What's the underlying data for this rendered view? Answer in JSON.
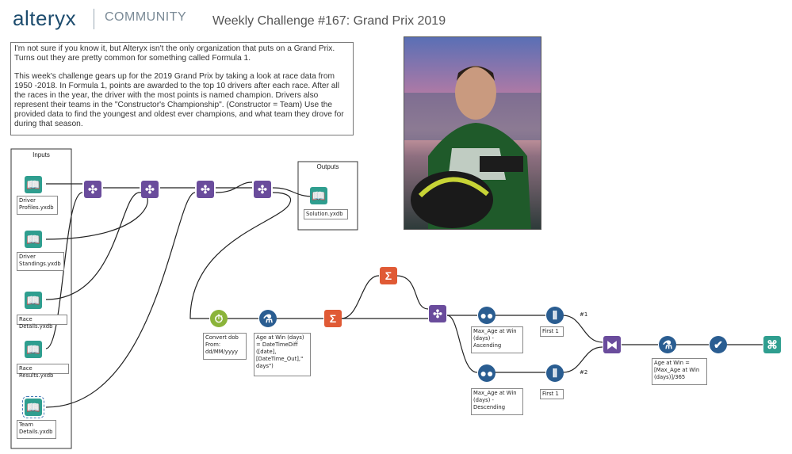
{
  "header": {
    "brand": "alteryx",
    "community": "COMMUNITY",
    "title": "Weekly Challenge #167: Grand Prix 2019"
  },
  "description": {
    "p1": "I'm not sure if you know it, but Alteryx isn't the only organization that puts on a Grand Prix. Turns out they are pretty common for something called Formula 1.",
    "p2": "This week's challenge gears up for the 2019 Grand Prix by taking a look at race data from 1950 -2018. In Formula 1, points are awarded to the top 10 drivers after each race. After all the races in the year, the driver with the most points is named champion. Drivers also represent their teams in the \"Constructor's Championship\". (Constructor = Team) Use the provided data to find the youngest and oldest ever champions, and what team they drove for during that season."
  },
  "containers": {
    "inputs_title": "Inputs",
    "outputs_title": "Outputs"
  },
  "tools": {
    "driver_profiles": "Driver\nProfiles.yxdb",
    "driver_standings": "Driver\nStandings.yxdb",
    "race_details": "Race Details.yxdb",
    "race_results": "Race Results.yxdb",
    "team_details": "Team\nDetails.yxdb",
    "solution": "Solution.yxdb",
    "convert_dob": "Convert dob\nFrom:\ndd/MM/yyyy",
    "age_formula": "Age at Win (days)\n= DateTimeDiff\n([date],\n[DateTime_Out],\"\ndays\")",
    "sort_asc": "Max_Age at Win\n(days) -\nAscending",
    "sort_desc": "Max_Age at Win\n(days) -\nDescending",
    "first1_a": "First 1",
    "first1_b": "First 1",
    "age_years": "Age at Win =\n[Max_Age at Win\n(days)]/365",
    "union_in1": "#1",
    "union_in2": "#2"
  }
}
